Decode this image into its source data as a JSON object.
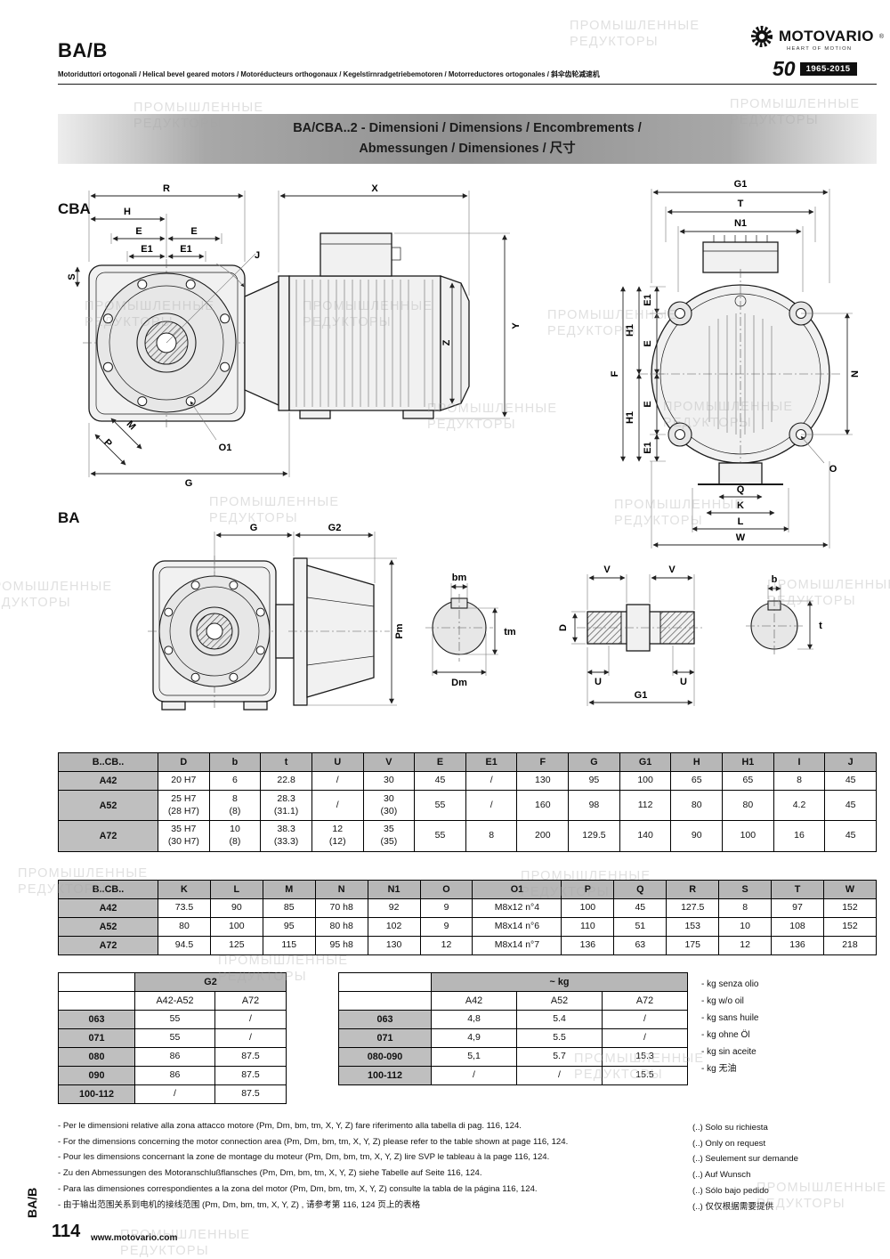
{
  "header": {
    "title": "BA/B",
    "subtitle": "Motoriduttori ortogonali / Helical bevel geared motors / Motoréducteurs orthogonaux / Kegelstirnradgetriebemotoren / Motorreductores ortogonales / 斜伞齿轮减速机",
    "brand": "MOTOVARIO",
    "brand_reg": "®",
    "tagline": "HEART OF MOTION",
    "badge_50": "50",
    "badge_years": "1965-2015"
  },
  "banner": {
    "line1": "BA/CBA..2 - Dimensioni / Dimensions / Encombrements /",
    "line2": "Abmessungen / Dimensiones / 尺寸"
  },
  "drawings": {
    "cba_label": "CBA",
    "ba_label": "BA"
  },
  "labels": {
    "R": "R",
    "X": "X",
    "H": "H",
    "E": "E",
    "E1": "E1",
    "S": "S",
    "J": "J",
    "Z": "Z",
    "Y": "Y",
    "M": "M",
    "P": "P",
    "O1": "O1",
    "G": "G",
    "G1": "G1",
    "T": "T",
    "N1": "N1",
    "F": "F",
    "H1": "H1",
    "N": "N",
    "O": "O",
    "Q": "Q",
    "K": "K",
    "L": "L",
    "W": "W",
    "G2": "G2",
    "bm": "bm",
    "tm": "tm",
    "Pm": "Pm",
    "Dm": "Dm",
    "V": "V",
    "b": "b",
    "D": "D",
    "t": "t",
    "U": "U"
  },
  "table1": {
    "headers": [
      "B..CB..",
      "D",
      "b",
      "t",
      "U",
      "V",
      "E",
      "E1",
      "F",
      "G",
      "G1",
      "H",
      "H1",
      "I",
      "J"
    ],
    "rows": [
      [
        "A42",
        "20 H7",
        "6",
        "22.8",
        "/",
        "30",
        "45",
        "/",
        "130",
        "95",
        "100",
        "65",
        "65",
        "8",
        "45"
      ],
      [
        "A52",
        "25 H7\n(28 H7)",
        "8\n(8)",
        "28.3\n(31.1)",
        "/",
        "30\n(30)",
        "55",
        "/",
        "160",
        "98",
        "112",
        "80",
        "80",
        "4.2",
        "45"
      ],
      [
        "A72",
        "35 H7\n(30 H7)",
        "10\n(8)",
        "38.3\n(33.3)",
        "12\n(12)",
        "35\n(35)",
        "55",
        "8",
        "200",
        "129.5",
        "140",
        "90",
        "100",
        "16",
        "45"
      ]
    ]
  },
  "table2": {
    "headers": [
      "B..CB..",
      "K",
      "L",
      "M",
      "N",
      "N1",
      "O",
      "O1",
      "P",
      "Q",
      "R",
      "S",
      "T",
      "W"
    ],
    "rows": [
      [
        "A42",
        "73.5",
        "90",
        "85",
        "70 h8",
        "92",
        "9",
        "M8x12 n°4",
        "100",
        "45",
        "127.5",
        "8",
        "97",
        "152"
      ],
      [
        "A52",
        "80",
        "100",
        "95",
        "80 h8",
        "102",
        "9",
        "M8x14 n°6",
        "110",
        "51",
        "153",
        "10",
        "108",
        "152"
      ],
      [
        "A72",
        "94.5",
        "125",
        "115",
        "95 h8",
        "130",
        "12",
        "M8x14 n°7",
        "136",
        "63",
        "175",
        "12",
        "136",
        "218"
      ]
    ]
  },
  "table_g2": {
    "title": "G2",
    "subheaders": [
      "",
      "A42-A52",
      "A72"
    ],
    "rows": [
      [
        "063",
        "55",
        "/"
      ],
      [
        "071",
        "55",
        "/"
      ],
      [
        "080",
        "86",
        "87.5"
      ],
      [
        "090",
        "86",
        "87.5"
      ],
      [
        "100-112",
        "/",
        "87.5"
      ]
    ]
  },
  "table_kg": {
    "title": "~ kg",
    "subheaders": [
      "",
      "A42",
      "A52",
      "A72"
    ],
    "rows": [
      [
        "063",
        "4,8",
        "5.4",
        "/"
      ],
      [
        "071",
        "4,9",
        "5.5",
        "/"
      ],
      [
        "080-090",
        "5,1",
        "5.7",
        "15.3"
      ],
      [
        "100-112",
        "/",
        "/",
        "15.5"
      ]
    ]
  },
  "kg_notes": [
    "-  kg senza olio",
    "-  kg w/o oil",
    "-  kg sans huile",
    "-  kg ohne Öl",
    "-  kg sin aceite",
    "-  kg 无油"
  ],
  "footnotes": [
    "-  Per le dimensioni relative alla zona attacco motore (Pm, Dm, bm, tm, X, Y, Z) fare riferimento alla tabella di pag. 116, 124.",
    "-  For the dimensions concerning the motor connection area (Pm, Dm, bm, tm, X, Y, Z) please refer to the table shown at page 116, 124.",
    "-  Pour les dimensions concernant la zone de montage du  moteur (Pm, Dm, bm, tm, X, Y, Z) lire SVP le tableau à la page 116, 124.",
    "-  Zu den Abmessungen des Motoranschlußflansches  (Pm, Dm, bm, tm, X, Y, Z) siehe Tabelle auf Seite 116, 124.",
    "-  Para las dimensiones correspondientes a la zona del motor (Pm, Dm, bm, tm, X, Y, Z) consulte la tabla de la página 116, 124.",
    "-  由于输出范围关系到电机的接线范围 (Pm, Dm, bm, tm, X, Y, Z) , 请参考第 116, 124 页上的表格"
  ],
  "request_notes": [
    "(..) Solo su richiesta",
    "(..) Only on request",
    "(..) Seulement sur demande",
    "(..) Auf Wunsch",
    "(..) Sólo bajo pedido",
    "(..) 仅仅根据需要提供"
  ],
  "footer": {
    "side_label": "BA/B",
    "page_number": "114",
    "website": "www.motovario.com"
  },
  "watermark": "ПРОМЫШЛЕННЫЕ\nРЕДУКТОРЫ"
}
